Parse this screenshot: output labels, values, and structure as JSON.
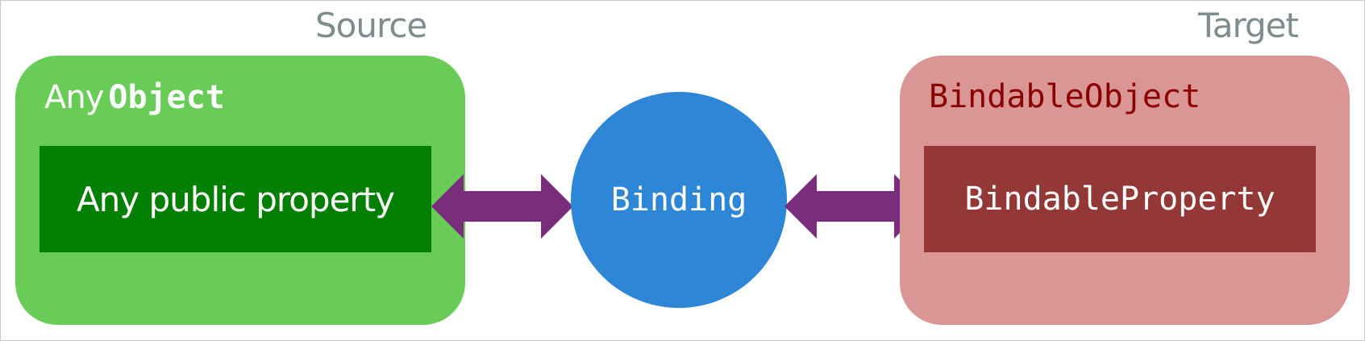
{
  "source": {
    "title": "Source",
    "heading_word": "Any",
    "heading_code": "Object",
    "property_label": "Any public property"
  },
  "target": {
    "title": "Target",
    "heading": "BindableObject",
    "property_label": "BindableProperty"
  },
  "binding": {
    "label": "Binding"
  },
  "colors": {
    "source_panel": "#69cc57",
    "source_property": "#007f00",
    "target_panel": "#da9595",
    "target_property": "#933737",
    "target_heading_text": "#8b0000",
    "binding": "#2d86d6",
    "arrow": "#7a2d7d"
  }
}
